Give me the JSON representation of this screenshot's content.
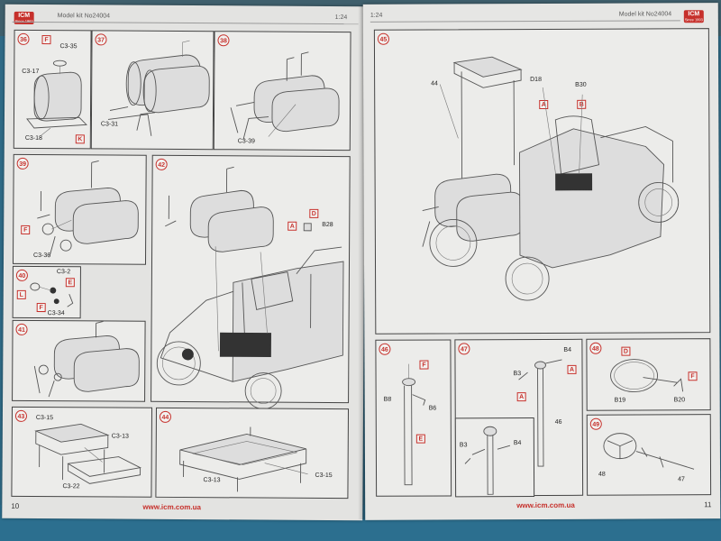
{
  "left_page": {
    "header_kit": "Model kit No24004",
    "header_scale": "1:24",
    "page_number": "10",
    "url": "www.icm.com.ua",
    "logo": "ICM",
    "logo_sub": "Since 1993"
  },
  "right_page": {
    "header_scale": "1:24",
    "header_kit": "Model kit No24004",
    "page_number": "11",
    "url": "www.icm.com.ua",
    "logo": "ICM",
    "logo_sub": "Since 1993"
  },
  "steps": {
    "s36": {
      "num": "36",
      "labels": {
        "c335": "C3-35",
        "c317": "C3-17",
        "c318": "C3-18"
      },
      "tags": {
        "f": "F",
        "k": "K"
      }
    },
    "s37": {
      "num": "37",
      "labels": {
        "c331": "C3-31"
      }
    },
    "s38": {
      "num": "38",
      "labels": {
        "c339": "C3-39"
      }
    },
    "s39": {
      "num": "39",
      "labels": {
        "c336": "C3-36"
      },
      "tags": {
        "f": "F"
      }
    },
    "s40": {
      "num": "40",
      "labels": {
        "c32": "C3-2",
        "c334": "C3-34"
      },
      "tags": {
        "e": "E",
        "l": "L",
        "f": "F"
      }
    },
    "s41": {
      "num": "41"
    },
    "s42": {
      "num": "42",
      "labels": {
        "b28": "B28"
      },
      "tags": {
        "d": "D",
        "a": "A"
      }
    },
    "s43": {
      "num": "43",
      "labels": {
        "c315": "C3-15",
        "c313": "C3-13",
        "c322": "C3-22"
      }
    },
    "s44": {
      "num": "44",
      "labels": {
        "c313": "C3-13",
        "c315": "C3-15"
      }
    },
    "s45": {
      "num": "45",
      "labels": {
        "d18": "D18",
        "b30": "B30",
        "ref44": "44"
      },
      "tags": {
        "a": "A",
        "b": "B"
      }
    },
    "s46": {
      "num": "46",
      "labels": {
        "b8": "B8",
        "b6": "B6"
      },
      "tags": {
        "f": "F",
        "e": "E"
      }
    },
    "s47": {
      "num": "47",
      "labels": {
        "b4": "B4",
        "b3": "B3",
        "b3b": "B3",
        "b4b": "B4",
        "ref46": "46"
      },
      "tags": {
        "a1": "A",
        "a2": "A"
      }
    },
    "s48": {
      "num": "48",
      "labels": {
        "b19": "B19",
        "b20": "B20"
      },
      "tags": {
        "d": "D",
        "f": "F"
      }
    },
    "s49": {
      "num": "49",
      "labels": {
        "ref48": "48",
        "ref47": "47"
      }
    }
  },
  "colors": {
    "accent_red": "#c6302b",
    "page_bg": "#e3e3e1",
    "table_bg": "#2f6a86"
  }
}
